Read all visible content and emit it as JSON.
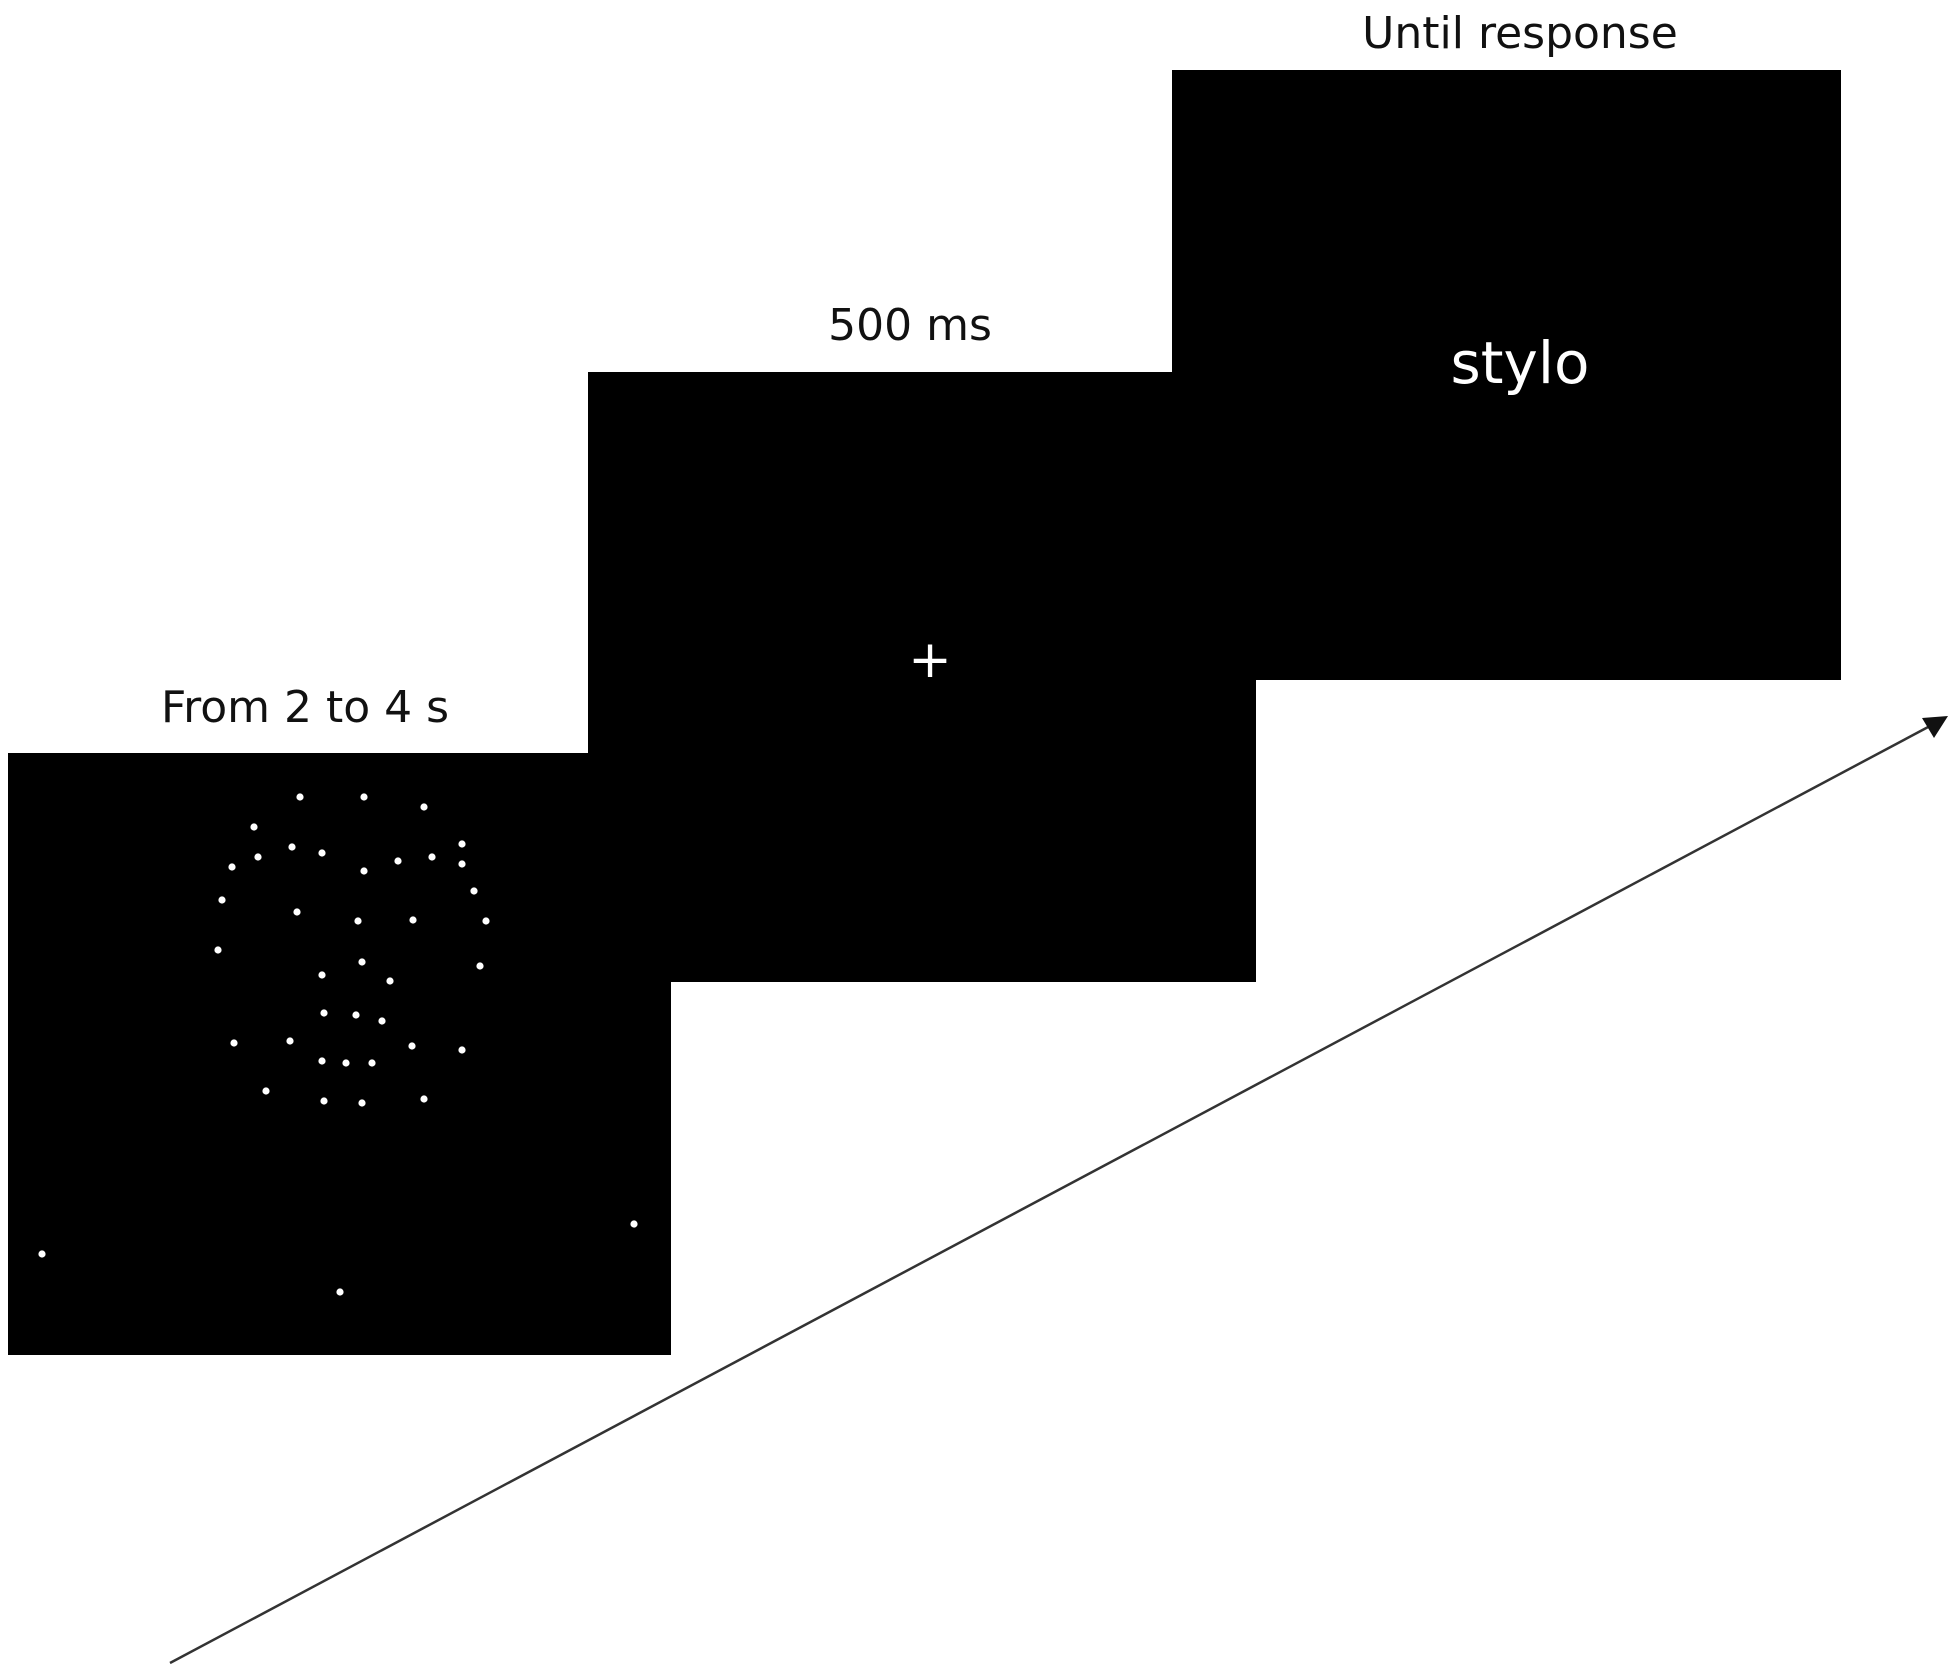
{
  "screens": [
    {
      "duration_label": "From 2 to 4 s",
      "content": "point-light face dots"
    },
    {
      "duration_label": "500 ms",
      "content": "+"
    },
    {
      "duration_label": "Until response",
      "content": "stylo"
    }
  ],
  "colors": {
    "background": "#ffffff",
    "screen": "#000000",
    "stimulus": "#ffffff",
    "caption": "#111111",
    "arrow": "#333333"
  },
  "icons": [
    "time-arrow-icon"
  ]
}
